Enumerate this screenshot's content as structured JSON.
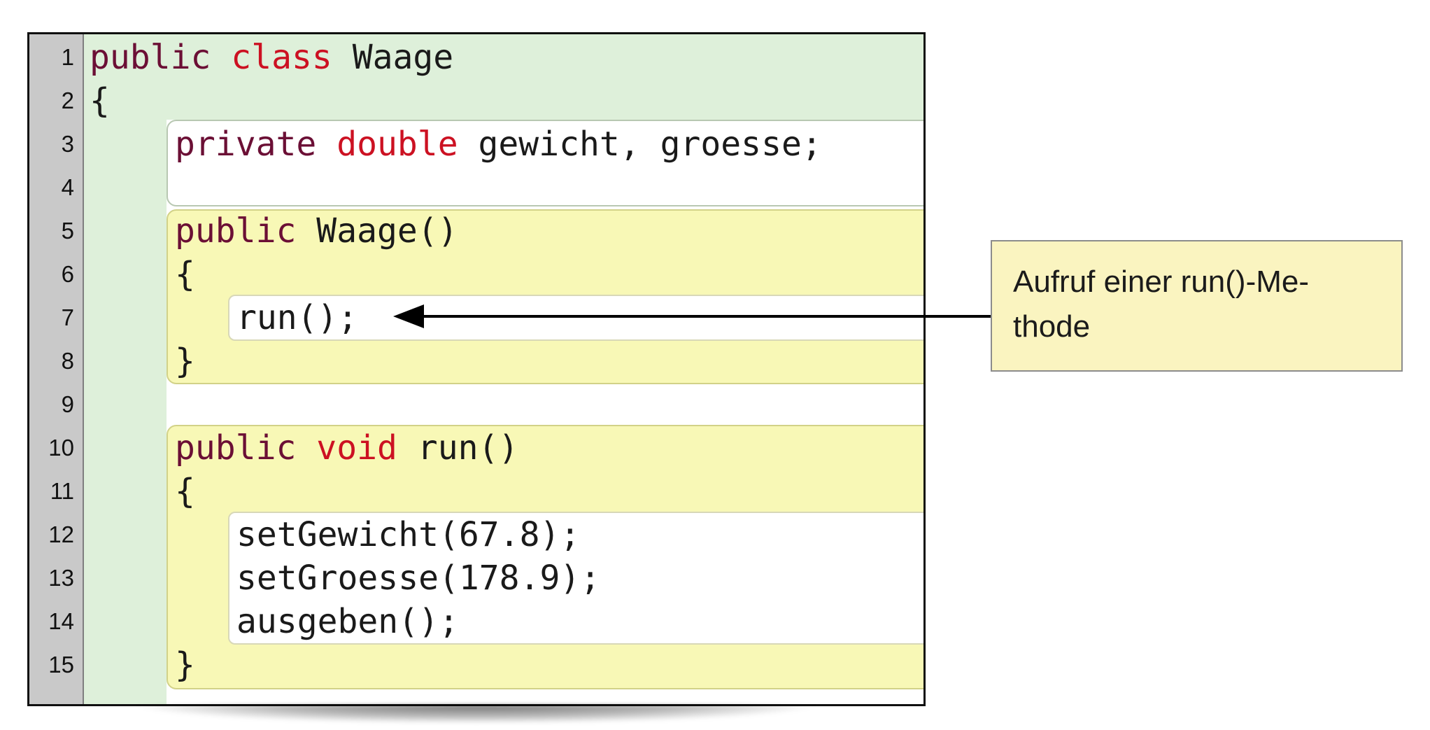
{
  "editor": {
    "gutter": {
      "line_numbers": [
        "1",
        "2",
        "3",
        "4",
        "5",
        "6",
        "7",
        "8",
        "9",
        "10",
        "11",
        "12",
        "13",
        "14",
        "15"
      ]
    },
    "code": {
      "lines": [
        {
          "n": 1,
          "indent": 0,
          "tokens": [
            {
              "text": "public",
              "type": "kw"
            },
            {
              "text": " ",
              "type": "plain"
            },
            {
              "text": "class",
              "type": "type"
            },
            {
              "text": " Waage",
              "type": "plain"
            }
          ]
        },
        {
          "n": 2,
          "indent": 0,
          "tokens": [
            {
              "text": "{",
              "type": "plain"
            }
          ]
        },
        {
          "n": 3,
          "indent": 1,
          "tokens": [
            {
              "text": "private",
              "type": "kw"
            },
            {
              "text": " ",
              "type": "plain"
            },
            {
              "text": "double",
              "type": "type"
            },
            {
              "text": " gewicht, groesse;",
              "type": "plain"
            }
          ]
        },
        {
          "n": 4,
          "indent": 1,
          "tokens": []
        },
        {
          "n": 5,
          "indent": 1,
          "tokens": [
            {
              "text": "public",
              "type": "kw"
            },
            {
              "text": " Waage()",
              "type": "plain"
            }
          ]
        },
        {
          "n": 6,
          "indent": 1,
          "tokens": [
            {
              "text": "{",
              "type": "plain"
            }
          ]
        },
        {
          "n": 7,
          "indent": 2,
          "tokens": [
            {
              "text": "run();",
              "type": "plain"
            }
          ]
        },
        {
          "n": 8,
          "indent": 1,
          "tokens": [
            {
              "text": "}",
              "type": "plain"
            }
          ]
        },
        {
          "n": 9,
          "indent": 1,
          "tokens": []
        },
        {
          "n": 10,
          "indent": 1,
          "tokens": [
            {
              "text": "public",
              "type": "kw"
            },
            {
              "text": " ",
              "type": "plain"
            },
            {
              "text": "void",
              "type": "type"
            },
            {
              "text": " run()",
              "type": "plain"
            }
          ]
        },
        {
          "n": 11,
          "indent": 1,
          "tokens": [
            {
              "text": "{",
              "type": "plain"
            }
          ]
        },
        {
          "n": 12,
          "indent": 2,
          "tokens": [
            {
              "text": "setGewicht(67.8);",
              "type": "plain"
            }
          ]
        },
        {
          "n": 13,
          "indent": 2,
          "tokens": [
            {
              "text": "setGroesse(178.9);",
              "type": "plain"
            }
          ]
        },
        {
          "n": 14,
          "indent": 2,
          "tokens": [
            {
              "text": "ausgeben();",
              "type": "plain"
            }
          ]
        },
        {
          "n": 15,
          "indent": 1,
          "tokens": [
            {
              "text": "}",
              "type": "plain"
            }
          ]
        }
      ]
    }
  },
  "callout": {
    "text_lines": [
      "Aufruf einer run()-Me-",
      "thode"
    ]
  },
  "colors": {
    "keyword": "#6b0f35",
    "type_keyword": "#cc1122",
    "scope_green": "#def0da",
    "scope_yellow": "#f8f8b6",
    "gutter_bg": "#c9c9c9",
    "callout_bg": "#faf4c0",
    "code_text": "#1a1a1a",
    "arrow_color": "#000000"
  }
}
